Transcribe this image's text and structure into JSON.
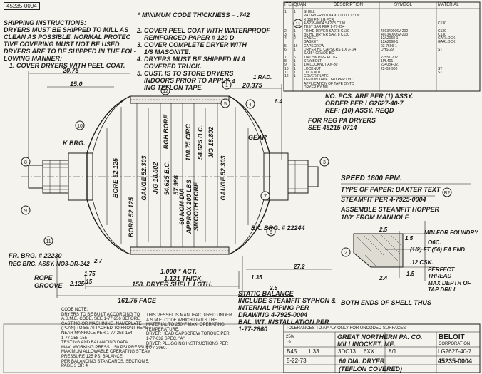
{
  "drawing_number_top": "45235-0004",
  "shipping": {
    "title": "SHIPPING INSTRUCTIONS:",
    "lines": [
      "DRYERS MUST BE SHIPPED TO MILL AS",
      "CLEAN AS POSSIBLE. NORMAL PROTEC",
      "TIVE COVERING MUST NOT BE USED.",
      "DRYERS ARE TO BE SHIPPED IN THE FOL-",
      "LOWING MANNER:"
    ],
    "step1": "1. COVER DRYERS WITH PEEL COAT.",
    "steps": [
      "2. COVER PEEL COAT WITH WATERPROOF",
      "REINFORCED PAPER # 120 D",
      "3. COVER COMPLETE DRYER WITH",
      "1/8 MASONITE.",
      "4. DRYERS MUST BE SHIPPED IN A",
      "COVERED TRUCK.",
      "5. CUST. IS TO STORE DRYERS",
      "INDOORS PRIOR TO APPLY-",
      "ING TEFLON TAPE."
    ]
  },
  "min_code_thickness": "* MINIMUM CODE THICKNESS = .742",
  "bom": {
    "headers": [
      "ITEM",
      "QUAN",
      "DESCRIPTION",
      "SYMBOL",
      "MATERIAL"
    ],
    "rows": [
      [
        "1",
        "1",
        "SHELL",
        "",
        ""
      ],
      [
        "",
        "",
        "PA DRYER 60 DIA X 1.000/1.131W",
        "",
        ""
      ],
      [
        "",
        "",
        "X 158 FIN LG FCR",
        "",
        ""
      ],
      [
        "",
        "",
        "4-5235-0004 SA278 C130",
        "",
        "C130"
      ],
      [
        "",
        "",
        "TEST BAR PER 1-77-254",
        "",
        ""
      ],
      [
        "2",
        "1",
        "FR HD DRYER SA278 C130",
        "401340006V-202",
        "C130"
      ],
      [
        "3",
        "1",
        "BK HD DRYER SA278 C130",
        "401340006V-203",
        "C130"
      ],
      [
        "4",
        "2",
        "GASKET",
        "12A2068-1",
        "GARLOCK"
      ],
      [
        "",
        "",
        "GASKET",
        "12A2068-1",
        "GARLOCK"
      ],
      [
        "5",
        "16",
        "CAPSCREW",
        "03-7599-1",
        ""
      ],
      [
        "6",
        "1",
        "DRYER HD CAPSCRS 1 X 3-1/4",
        "DHS-29",
        "ST"
      ],
      [
        "",
        "",
        "SA354 GRADE BC",
        "",
        ""
      ],
      [
        "7",
        "6",
        "1/4 CSK PIPE PLUG",
        "22551-202",
        ""
      ],
      [
        "8",
        "1",
        "STAYBOLT",
        "1PL401",
        ""
      ],
      [
        "9",
        "1",
        "1/4 LOCKNUT AN-30",
        "234084-027",
        ""
      ],
      [
        "10",
        "1",
        "LOCKNUT",
        "22-B3-900",
        "ST"
      ],
      [
        "11",
        "1",
        "LOCKNUT",
        "",
        "ST"
      ],
      [
        "12",
        "1",
        "COVER PLATE",
        "",
        ""
      ],
      [
        "",
        "",
        "TEFLON TAPE ORD PER LVC",
        "",
        ""
      ],
      [
        "",
        "",
        "APPLICATION OF TAPE ONTO",
        "",
        ""
      ],
      [
        "",
        "",
        "DRYER BY MILL",
        "",
        ""
      ]
    ]
  },
  "notes_right": {
    "pcs": "NO. PCS. ARE PER (1) ASSY.",
    "order": "ORDER PER LG2627-40-7",
    "ref": "REF: (10) ASSY. REQD",
    "reg_a": "FOR REG PA DRYERS",
    "reg_b": "SEE 45215-0714"
  },
  "dims": {
    "d2075": "20.75",
    "d150": "15.0",
    "d20375": "20.375",
    "rad": "1 RAD.",
    "d64": "6.4",
    "d27": "2.7",
    "d25": "2.5",
    "d272": "27.2",
    "d175": "1.75",
    "d15": ".15",
    "d2125": "2.125",
    "d135": "1.35",
    "dryer_shell": "158. DRYER SHELL LGTH.",
    "face": "161.75 FACE",
    "thick_a": "1.000 * ACT.",
    "thick_b": "1.131 THICK.",
    "foundry": "MIN FOR FOUNDRY",
    "o6c": "O6C.",
    "ft": "(1/2) FT (56) EA END",
    "csk": ".12 CSK.",
    "perfect": "PERFECT",
    "thread": "THREAD",
    "depth": "MAX DEPTH OF",
    "tap": "TAP DRILL",
    "both_ends": "BOTH ENDS OF SHELL THUS",
    "d25b": "2.5",
    "d15b": "1.5",
    "d15c": "1.5",
    "d24": "2.4",
    "d4": "4"
  },
  "verticals": [
    "GAUGE 52.303",
    "JIG 18.802",
    "BORE 52.125",
    "BORE 52.125",
    "54.625 B.C.",
    "57.986",
    "RGH BORE",
    "188.75 CIRC",
    "60 NOM DIA",
    "APPROX 200 LBS",
    "SMOOTH BORE",
    "54.625 B.C.",
    "JIG 18.802",
    "GAUGE 52.303"
  ],
  "labels": {
    "k_brg": "K BRG.",
    "gear": "GEAR",
    "fr_brg": "FR. BRG. # 22230",
    "reg_brg": "REG BRG. ASSY. NO3-DR-242",
    "bk_brg": "BK. BRG. # 22244",
    "rope": "ROPE",
    "groove": "GROOVE"
  },
  "callouts": [
    "8",
    "9",
    "10",
    "11",
    "6",
    "1",
    "12",
    "5",
    "4",
    "3",
    "7",
    "2",
    "11"
  ],
  "specs": {
    "speed": "SPEED 1800 FPM.",
    "paper": "TYPE OF PAPER: BAXTER TEXT",
    "steamfit": "STEAMFIT PER 4-7925-0004",
    "steamfit_callout": "B2",
    "hopper": "ASSEMBLE STEAMFIT HOPPER",
    "manhole": "180° FROM MANHOLE"
  },
  "balance": {
    "title": "STATIC BALANCE",
    "lines": [
      "INCLUDE STEAMFIT SYPHON &",
      "INTERNAL PIPING PER",
      "DRAWING 4-7925-0004",
      "BAL. WT. INSTALLATION PER",
      "1-77-2860"
    ]
  },
  "code_notes": {
    "left": [
      "CODE NOTE:",
      "DRYERS TO BE BUILT ACCORDING TO",
      "A.S.M.E. CODE. SEE 1-77-256 BEFORE",
      "CASTING OR MACHINING. NAMEPLATE",
      "(PLAN) TO BE ATTACHED TO FRONT HEAD",
      "NEAR MANHOLE PER 1-77-258-154,",
      "1-77-258-155",
      "TESTING AND BALANCING DATA:",
      "MAX. WORKING PRESS. 150 PSI PRESSURE.",
      "MAXIMUM ALLOWABLE OPERATING STEAM",
      "PRESSURE 125 PSI BALANCE",
      "PER BALANCING STANDARDS, SECTION 5,",
      "PAGE 3 OR 4."
    ],
    "middle": [
      "THIS VESSEL IS MANUFACTURED UNDER",
      "A.S.M.E. CODE WHICH LIMITS THE",
      "MATERIAL TO 250°F MAX. OPERATING",
      "TEMPERATURE.",
      "",
      "DRYER HEAD CAPSCREW TORQUE PER",
      "1-77-632 SPEC. \"A\"",
      "",
      "DRYER PLUGGING INSTRUCTIONS PER",
      "1-77-3960."
    ]
  },
  "title_block": {
    "tol": "TOLERANCES TO APPLY ONLY FOR UNCODED SURFACES",
    "gnp": "GREAT NORTHERN PA. CO.",
    "mill": "MILLINOCKET, ME.",
    "desc_a": "60 DIA. DRYER",
    "desc_b": "(TEFLON COVERED)",
    "dwg": "45235-0004",
    "beloit": "BELOIT",
    "beloit_sub": "CORPORATION",
    "ord": "LG2627-40-7",
    "date": "5-22-73",
    "order_no": "250/",
    "shop": "19",
    "c1": "B45",
    "c2": "1.33",
    "c3": "3DC13",
    "c4": "6XX",
    "c5": "8/1"
  }
}
